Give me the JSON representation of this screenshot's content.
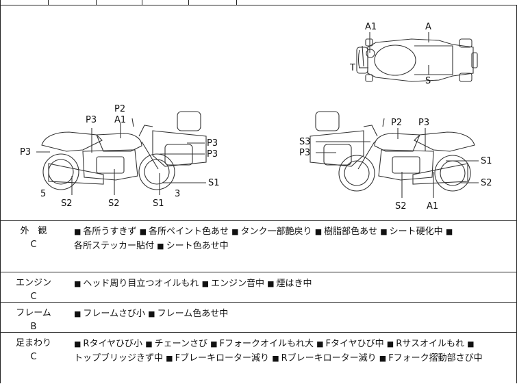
{
  "diagram": {
    "top_view_labels": [
      "A1",
      "A",
      "T",
      "S"
    ],
    "left_view_labels": [
      "P2",
      "P3",
      "A1",
      "P3",
      "P3",
      "P3",
      "S1",
      "5",
      "S2",
      "S2",
      "S1",
      "3"
    ],
    "right_view_labels": [
      "S3",
      "P3",
      "P2",
      "P3",
      "S1",
      "S2",
      "S2",
      "A1"
    ]
  },
  "rows": [
    {
      "category": "外　観",
      "grade": "C",
      "items": [
        "各所うすきず",
        "各所ペイント色あせ",
        "タンク一部艶戻り",
        "樹脂部色あせ",
        "シート硬化中",
        "各所ステッカー貼付",
        "シート色あせ中"
      ]
    },
    {
      "category": "エンジン",
      "grade": "C",
      "items": [
        "ヘッド周り目立つオイルもれ",
        "エンジン音中",
        "煙はき中"
      ]
    },
    {
      "category": "フレーム",
      "grade": "B",
      "items": [
        "フレームさび小",
        "フレーム色あせ中"
      ]
    },
    {
      "category": "足まわり",
      "grade": "C",
      "items": [
        "Rタイヤひび小",
        "チェーンさび",
        "Fフォークオイルもれ大",
        "Fタイヤひび中",
        "Rサスオイルもれ",
        "トップブリッジきず中",
        "Fブレーキローター減り",
        "Rブレーキローター減り",
        "Fフォーク摺動部さび中"
      ]
    }
  ]
}
